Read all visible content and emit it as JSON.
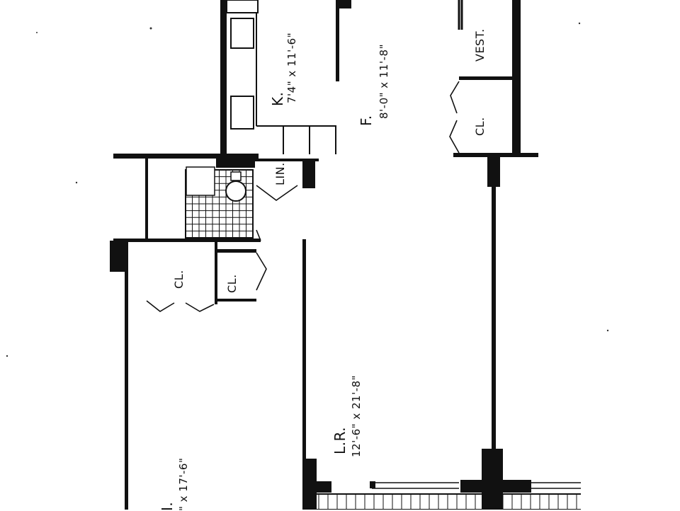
{
  "rooms": {
    "kitchen": {
      "name": "K.",
      "dims": "7'4\" x 11'-6\""
    },
    "foyer": {
      "name": "F.",
      "dims": "8'-0\" x 11'-8\""
    },
    "vestibule": {
      "name": "VEST."
    },
    "living_room": {
      "name": "L.R.",
      "dims": "12'-6\" x 21'-8\""
    },
    "bedroom": {
      "name": "I.",
      "dims": "\" x 17'-6\""
    }
  },
  "closets": {
    "foyer_closet": "CL.",
    "linen_closet": "LIN.",
    "hall_closet": "CL.",
    "bedroom_closet": "CL."
  },
  "colors": {
    "wall": "#111111",
    "background": "#ffffff"
  }
}
